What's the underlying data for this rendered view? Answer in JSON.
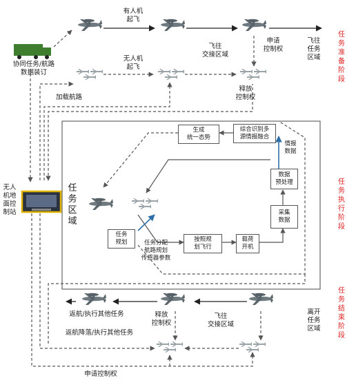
{
  "colors": {
    "stage_text": "#dd2222",
    "accent_arrow": "#2f6fa8",
    "line": "#555555",
    "truck": "#3f7d2f"
  },
  "labels": {
    "manned_takeoff": "有人机\n起飞",
    "uav_takeoff": "无人机\n起飞",
    "sync_load": "协同任务/航路\n数据装订",
    "load_route": "加载航路",
    "fly_to_handover_top": "飞往\n交接区域",
    "request_control_top": "申请\n控制权",
    "fly_to_mission_area": "飞往\n任务\n区域",
    "release_control_top": "释放\n控制权",
    "ground_station": "无人\n机地\n面控\n制站",
    "mission_area": "任\n务\n区\n域",
    "intel_data": "情报\n数据",
    "task_alloc": "任务分配\n航路规划\n传感器参数",
    "return_manned": "返航/执行其他任务",
    "release_control_bottom": "释放\n控制权",
    "fly_to_handover_bottom": "飞往\n交接区域",
    "leave_mission_area": "离开\n任务\n区域",
    "return_land": "返航降落/执行其他任务",
    "request_control_bottom": "申请控制权"
  },
  "boxes": {
    "gen_situation": "生成\n统一态势",
    "fusion": "综合识别多\n源情报融合",
    "preprocess": "数据\n预处理",
    "collect": "采集\n数据",
    "task_plan": "任务\n规划",
    "fly_by_plan": "按照规\n划飞行",
    "sensor_on": "载荷\n开机"
  },
  "stages": {
    "prep": "任\n务\n准\n备\n阶\n段",
    "exec": "任\n务\n执\n行\n阶\n段",
    "end": "任\n务\n结\n束\n阶\n段"
  }
}
